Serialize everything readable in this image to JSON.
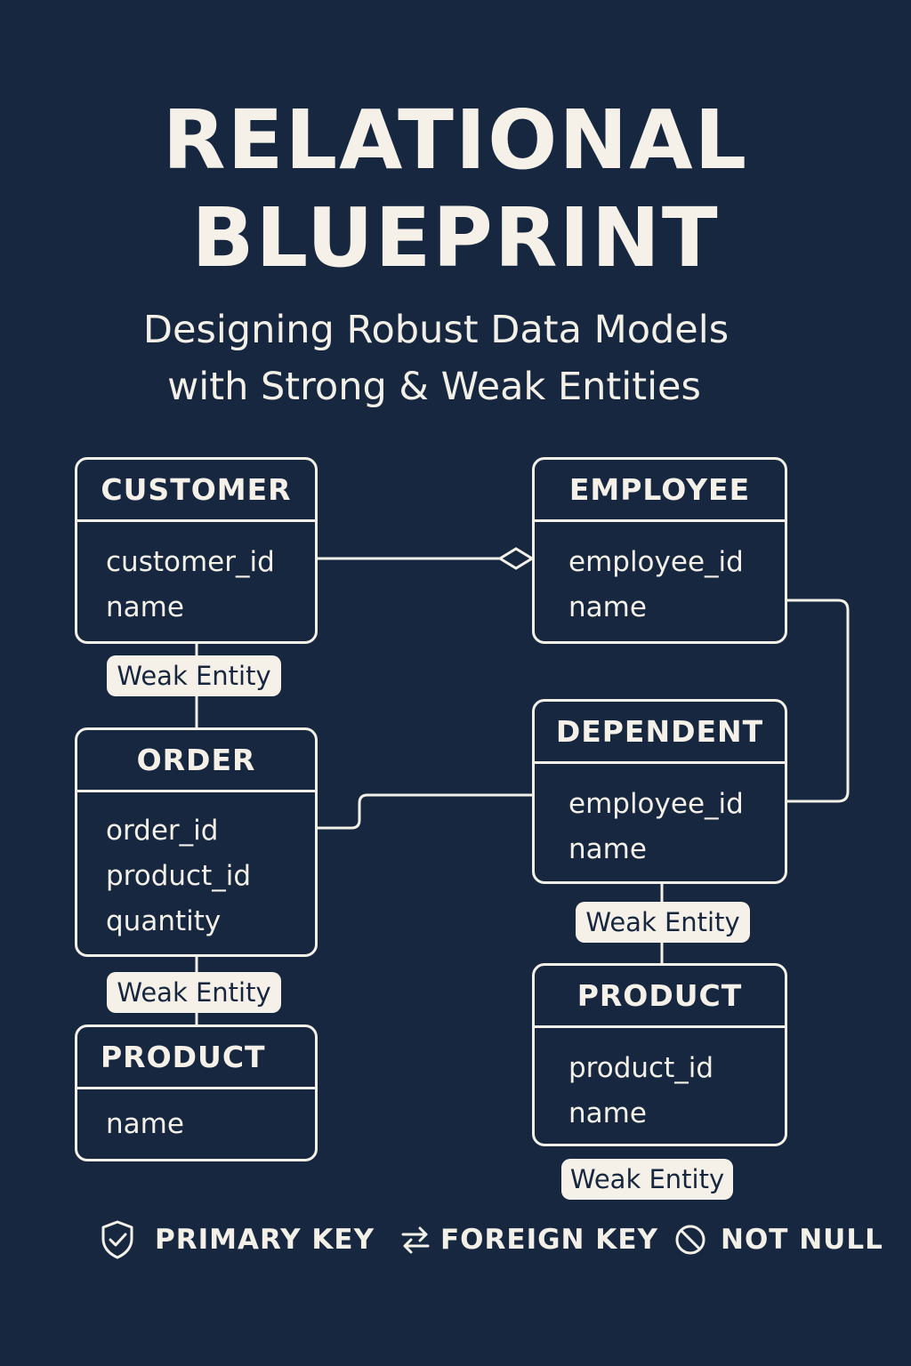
{
  "title": {
    "line1": "RELATIONAL",
    "line2": "BLUEPRINT"
  },
  "subtitle": {
    "line1": "Designing Robust Data Models",
    "line2": "with Strong & Weak Entities"
  },
  "entities": {
    "customer": {
      "name": "CUSTOMER",
      "attributes": [
        "customer_id",
        "name"
      ]
    },
    "employee": {
      "name": "EMPLOYEE",
      "attributes": [
        "employee_id",
        "name"
      ]
    },
    "order": {
      "name": "ORDER",
      "attributes": [
        "order_id",
        "product_id",
        "quantity"
      ]
    },
    "dependent": {
      "name": "DEPENDENT",
      "attributes": [
        "employee_id",
        "name"
      ]
    },
    "product_left": {
      "name": "PRODUCT",
      "attributes": [
        "name"
      ]
    },
    "product_right": {
      "name": "PRODUCT",
      "attributes": [
        "product_id",
        "name"
      ]
    }
  },
  "badges": {
    "weak_entity_label": "Weak Entity"
  },
  "legend": {
    "primary_key": {
      "label": "PRIMARY KEY",
      "icon": "shield-check-icon"
    },
    "foreign_key": {
      "label": "FOREIGN KEY",
      "icon": "swap-arrows-icon"
    },
    "not_null": {
      "label": "NOT NULL",
      "icon": "prohibited-icon"
    }
  },
  "colors": {
    "background": "#172740",
    "foreground": "#f3f0e8",
    "badge_background": "#f5f1e8",
    "badge_text": "#172740"
  }
}
